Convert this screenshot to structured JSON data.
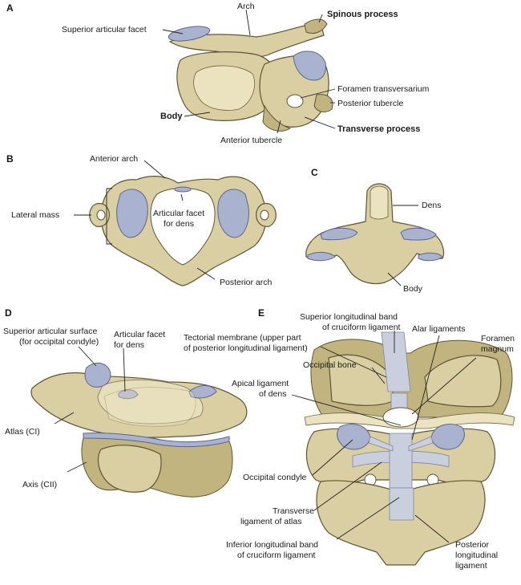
{
  "panels": {
    "A": {
      "letter": "A",
      "labels": {
        "arch": "Arch",
        "superior_articular_facet": "Superior articular facet",
        "spinous_process": "Spinous process",
        "foramen_transversarium": "Foramen transversarium",
        "posterior_tubercle": "Posterior tubercle",
        "body": "Body",
        "transverse_process": "Transverse process",
        "anterior_tubercle": "Anterior tubercle"
      }
    },
    "B": {
      "letter": "B",
      "labels": {
        "anterior_arch": "Anterior arch",
        "lateral_mass": "Lateral mass",
        "articular_facet_line1": "Articular facet",
        "articular_facet_line2": "for dens",
        "posterior_arch": "Posterior arch"
      }
    },
    "C": {
      "letter": "C",
      "labels": {
        "dens": "Dens",
        "body": "Body"
      }
    },
    "D": {
      "letter": "D",
      "labels": {
        "sup_articular_surface_line1": "Superior articular surface",
        "sup_articular_surface_line2": "(for occipital condyle)",
        "articular_facet_line1": "Articular facet",
        "articular_facet_line2": "for dens",
        "atlas": "Atlas (CI)",
        "axis": "Axis (CII)"
      }
    },
    "E": {
      "letter": "E",
      "labels": {
        "sup_long_band_line1": "Superior longitudinal band",
        "sup_long_band_line2": "of cruciform ligament",
        "tectorial_line1": "Tectorial membrane (upper part",
        "tectorial_line2": "of posterior longitudinal ligament)",
        "alar_ligaments": "Alar ligaments",
        "foramen_line1": "Foramen",
        "foramen_line2": "magnum",
        "occipital_bone": "Occipital bone",
        "apical_line1": "Apical ligament",
        "apical_line2": "of dens",
        "occipital_condyle": "Occipital condyle",
        "transverse_line1": "Transverse",
        "transverse_line2": "ligament of atlas",
        "inf_long_band_line1": "Inferior longitudinal band",
        "inf_long_band_line2": "of cruciform ligament",
        "posterior_long_line1": "Posterior",
        "posterior_long_line2": "longitudinal",
        "posterior_long_line3": "ligament"
      }
    }
  },
  "colors": {
    "bone": "#d9cfa3",
    "bone_shadow": "#c2b47f",
    "cartilage": "#a9b3cf",
    "ligament": "#c9cfdc"
  },
  "icons": [
    "vertebra-illustration",
    "atlas-illustration",
    "axis-illustration",
    "craniovertebral-ligaments-illustration"
  ]
}
